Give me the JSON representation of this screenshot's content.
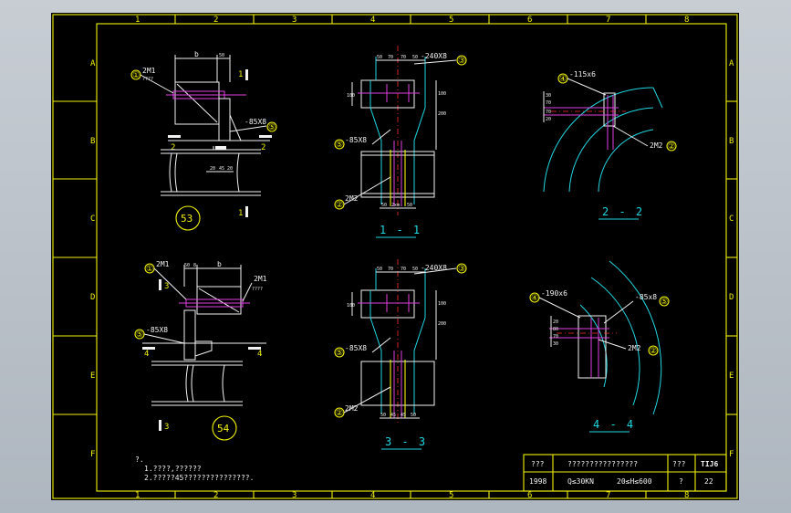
{
  "sheet": {
    "ruler_numbers": [
      "1",
      "2",
      "3",
      "4",
      "5",
      "6",
      "7",
      "8"
    ],
    "ruler_letters": [
      "A",
      "B",
      "C",
      "D",
      "E",
      "F"
    ]
  },
  "details": {
    "d53": {
      "number": "53",
      "callout_1": "①",
      "part_2m1": "2M1",
      "part_2m1_sub": "????",
      "dim_b": "b",
      "dim_50": "50",
      "section_mark": "1",
      "plate": "-85X8",
      "callout_5": "⑤",
      "section_2": "2",
      "dims_bottom": [
        "20",
        "45",
        "20"
      ]
    },
    "d11": {
      "title": "1 - 1",
      "plate_top": "-240X8",
      "callout_3": "③",
      "plate_side": "-85X8",
      "callout_5": "⑤",
      "part_2m2": "2M2",
      "callout_2": "②",
      "dims_top": [
        "50",
        "70",
        "70",
        "50"
      ],
      "dims_side": [
        "100",
        "100",
        "200"
      ],
      "dims_bottom": [
        "50",
        "2xm",
        "50"
      ]
    },
    "d22": {
      "title": "2 - 2",
      "plate": "-115x6",
      "callout_4": "④",
      "part_2m2": "2M2",
      "callout_2": "②",
      "dims_left": [
        "30",
        "70",
        "70",
        "20"
      ]
    },
    "d54": {
      "number": "54",
      "callout_1": "①",
      "part_2m1": "2M1",
      "part_2m1_b": "2M1",
      "part_sub": "????",
      "dim_50": "50",
      "dim_8": "8",
      "dim_b": "b",
      "section_3": "3",
      "plate": "-85X8",
      "callout_5": "⑤",
      "section_4": "4"
    },
    "d33": {
      "title": "3 - 3",
      "plate_top": "-240X8",
      "callout_3": "③",
      "plate_side": "-85X8",
      "callout_5": "⑤",
      "part_2m2": "2M2",
      "callout_2": "②",
      "dims_top": [
        "50",
        "70",
        "70",
        "50"
      ],
      "dims_side": [
        "100",
        "100",
        "200"
      ],
      "dims_bottom": [
        "50",
        "45",
        "45",
        "50"
      ]
    },
    "d44": {
      "title": "4 - 4",
      "plate_left": "-190x6",
      "callout_4": "④",
      "plate_right": "-85x8",
      "callout_5": "⑤",
      "part_2m2": "2M2",
      "callout_2": "②",
      "dims_left": [
        "20",
        "80",
        "70",
        "30"
      ]
    }
  },
  "notes": {
    "heading": "?.",
    "line1": "1.????,??????",
    "line2": "2.?????45???????????????."
  },
  "titleblock": {
    "cell_a": "???",
    "cell_year": "1998",
    "cell_title": "????????????????",
    "cell_load": "Q≤30KN",
    "cell_height": "20≤H≤600",
    "cell_label": "???",
    "cell_code": "TIJ6",
    "cell_q": "?",
    "cell_page": "22"
  },
  "colors": {
    "yellow": "#f2f20a",
    "white": "#f2f2f2",
    "cyan": "#20d8e0",
    "magenta": "#e040e0",
    "red": "#ff3030",
    "background": "#000000"
  }
}
